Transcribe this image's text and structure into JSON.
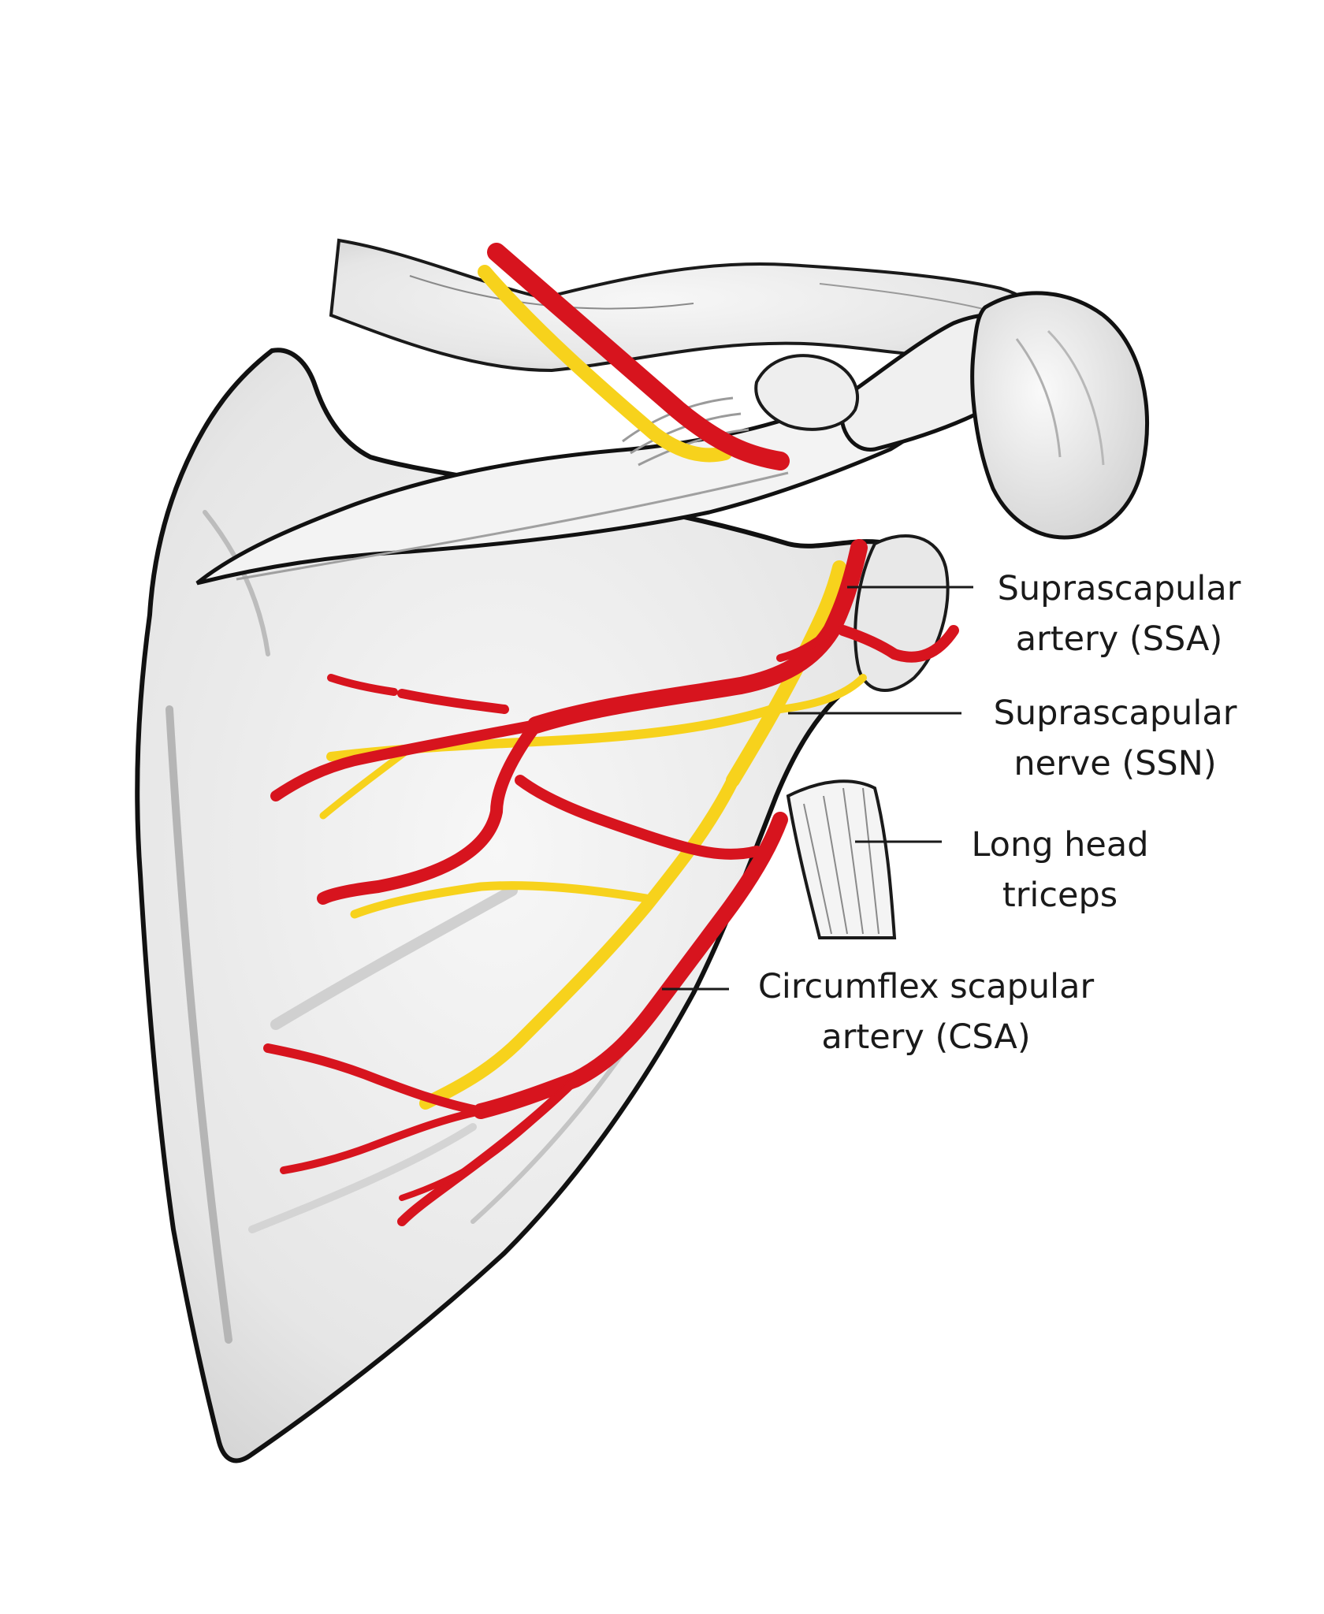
{
  "labels": {
    "ssa": {
      "line1": "Suprascapular",
      "line2": "artery (SSA)"
    },
    "ssn": {
      "line1": "Suprascapular",
      "line2": "nerve (SSN)"
    },
    "lht": {
      "line1": "Long head",
      "line2": "triceps"
    },
    "csa": {
      "line1": "Circumflex scapular",
      "line2": "artery (CSA)"
    }
  },
  "colors": {
    "artery": "#d7141e",
    "nerve": "#f7d21c",
    "bone_fill": "#efefef",
    "bone_outline": "#1a1a1a",
    "leader": "#1a1a1a"
  }
}
